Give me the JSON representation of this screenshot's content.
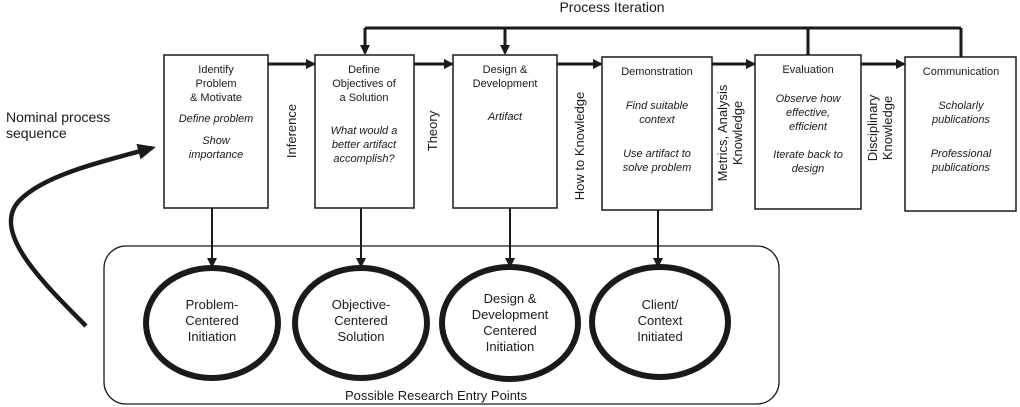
{
  "diagram": {
    "iteration_label": "Process Iteration",
    "nominal_label": [
      "Nominal process",
      "sequence"
    ],
    "entry_points_label": "Possible Research Entry Points",
    "activities": [
      {
        "title": [
          "Identify",
          "Problem",
          "& Motivate"
        ],
        "details": [
          [
            "Define problem"
          ],
          [
            "Show",
            "importance"
          ]
        ]
      },
      {
        "title": [
          "Define",
          "Objectives of",
          "a Solution"
        ],
        "details": [
          [
            "What would a",
            "better artifact",
            "accomplish?"
          ]
        ]
      },
      {
        "title": [
          "Design &",
          "Development"
        ],
        "details": [
          [
            "Artifact"
          ]
        ]
      },
      {
        "title": [
          "Demonstration"
        ],
        "details": [
          [
            "Find suitable",
            "context"
          ],
          [
            "Use artifact to",
            "solve problem"
          ]
        ]
      },
      {
        "title": [
          "Evaluation"
        ],
        "details": [
          [
            "Observe how",
            "effective,",
            "efficient"
          ],
          [
            "Iterate back to",
            "design"
          ]
        ]
      },
      {
        "title": [
          "Communication"
        ],
        "details": [
          [
            "Scholarly",
            "publications"
          ],
          [
            "Professional",
            "publications"
          ]
        ]
      }
    ],
    "connectors": [
      {
        "lines": [
          "Inference"
        ]
      },
      {
        "lines": [
          "Theory"
        ]
      },
      {
        "lines": [
          "How to Knowledge"
        ]
      },
      {
        "lines": [
          "Metrics, Analysis",
          "Knowledge"
        ]
      },
      {
        "lines": [
          "Disciplinary",
          "Knowledge"
        ]
      }
    ],
    "entry_points": [
      {
        "lines": [
          "Problem-",
          "Centered",
          "Initiation"
        ]
      },
      {
        "lines": [
          "Objective-",
          "Centered",
          "Solution"
        ]
      },
      {
        "lines": [
          "Design &",
          "Development",
          "Centered",
          "Initiation"
        ]
      },
      {
        "lines": [
          "Client/",
          "Context",
          "Initiated"
        ]
      }
    ],
    "colors": {
      "ink": "#1a1a1a",
      "background": "#ffffff"
    }
  }
}
